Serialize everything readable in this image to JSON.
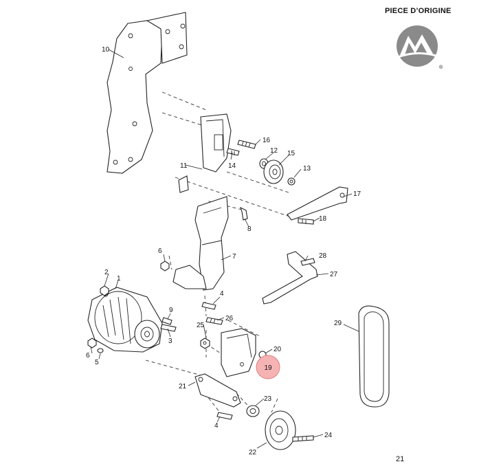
{
  "header": {
    "brand_label": "PIECE D’ORIGINE",
    "registered_mark": "®"
  },
  "footer": {
    "page_number": "21"
  },
  "logo": {
    "icon": "mercury-m-logo-icon"
  },
  "highlight": {
    "label": "19",
    "color": "#f6b3b3",
    "stroke": "#e07c7c"
  },
  "callouts": {
    "c1": "1",
    "c2": "2",
    "c3": "3",
    "c4a": "4",
    "c4b": "4",
    "c5": "5",
    "c6a": "6",
    "c6b": "6",
    "c7": "7",
    "c8": "8",
    "c9": "9",
    "c10": "10",
    "c11": "11",
    "c12": "12",
    "c13": "13",
    "c14": "14",
    "c15": "15",
    "c16": "16",
    "c17": "17",
    "c18": "18",
    "c20": "20",
    "c21": "21",
    "c22": "22",
    "c23": "23",
    "c24": "24",
    "c25": "25",
    "c26": "26",
    "c27": "27",
    "c28": "28",
    "c29": "29"
  }
}
